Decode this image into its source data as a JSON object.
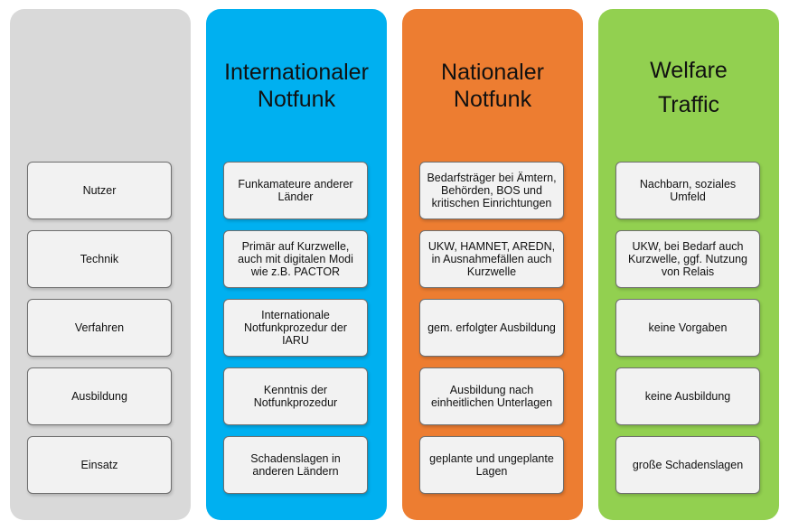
{
  "colors": {
    "criteria_column": "#d9d9d9",
    "international_column": "#00b0f0",
    "national_column": "#ed7d31",
    "welfare_column": "#92d050",
    "card_fill": "#f2f2f2",
    "card_border": "#6f6f6f"
  },
  "columns": {
    "criteria": {
      "title": "",
      "cards": [
        "Nutzer",
        "Technik",
        "Verfahren",
        "Ausbildung",
        "Einsatz"
      ]
    },
    "international": {
      "title_line1": "Internationaler",
      "title_line2": "Notfunk",
      "cards": [
        "Funkamateure anderer Länder",
        "Primär auf Kurzwelle, auch mit digitalen Modi wie z.B. PACTOR",
        "Internationale Notfunkprozedur der IARU",
        "Kenntnis der Notfunkprozedur",
        "Schadenslagen in anderen Ländern"
      ]
    },
    "national": {
      "title_line1": "Nationaler",
      "title_line2": "Notfunk",
      "cards": [
        "Bedarfsträger bei Ämtern, Behörden, BOS und kritischen Einrichtungen",
        "UKW, HAMNET, AREDN, in Ausnahmefällen auch Kurzwelle",
        "gem. erfolgter Ausbildung",
        "Ausbildung nach einheitlichen Unterlagen",
        "geplante und ungeplante Lagen"
      ]
    },
    "welfare": {
      "title_line1": "Welfare",
      "title_line2": "Traffic",
      "cards": [
        "Nachbarn, soziales Umfeld",
        "UKW, bei Bedarf auch Kurzwelle, ggf. Nutzung von Relais",
        "keine Vorgaben",
        "keine Ausbildung",
        "große Schadenslagen"
      ]
    }
  }
}
